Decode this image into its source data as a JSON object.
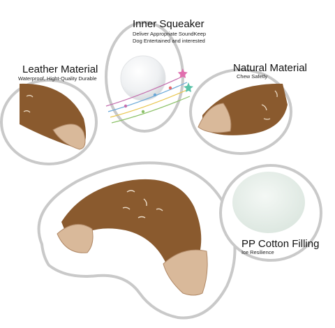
{
  "features": {
    "squeaker": {
      "title": "Inner Squeaker",
      "desc_line1": "Deliver Appropriate SoundKeep",
      "desc_line2": "Dog Entertained and interested"
    },
    "leather": {
      "title": "Leather Material",
      "desc": "Waterproof, Hight-Quality Durable"
    },
    "natural": {
      "title": "Natural Material",
      "desc": "Chew Safetly"
    },
    "cotton": {
      "title": "PP Cotton Filling",
      "desc": "Ice Resilience"
    }
  },
  "colors": {
    "outline": "#c8c8c8",
    "leather_brown": "#8a5a2e",
    "tip_tan": "#d9b99a",
    "cotton": "#e6efe9"
  }
}
